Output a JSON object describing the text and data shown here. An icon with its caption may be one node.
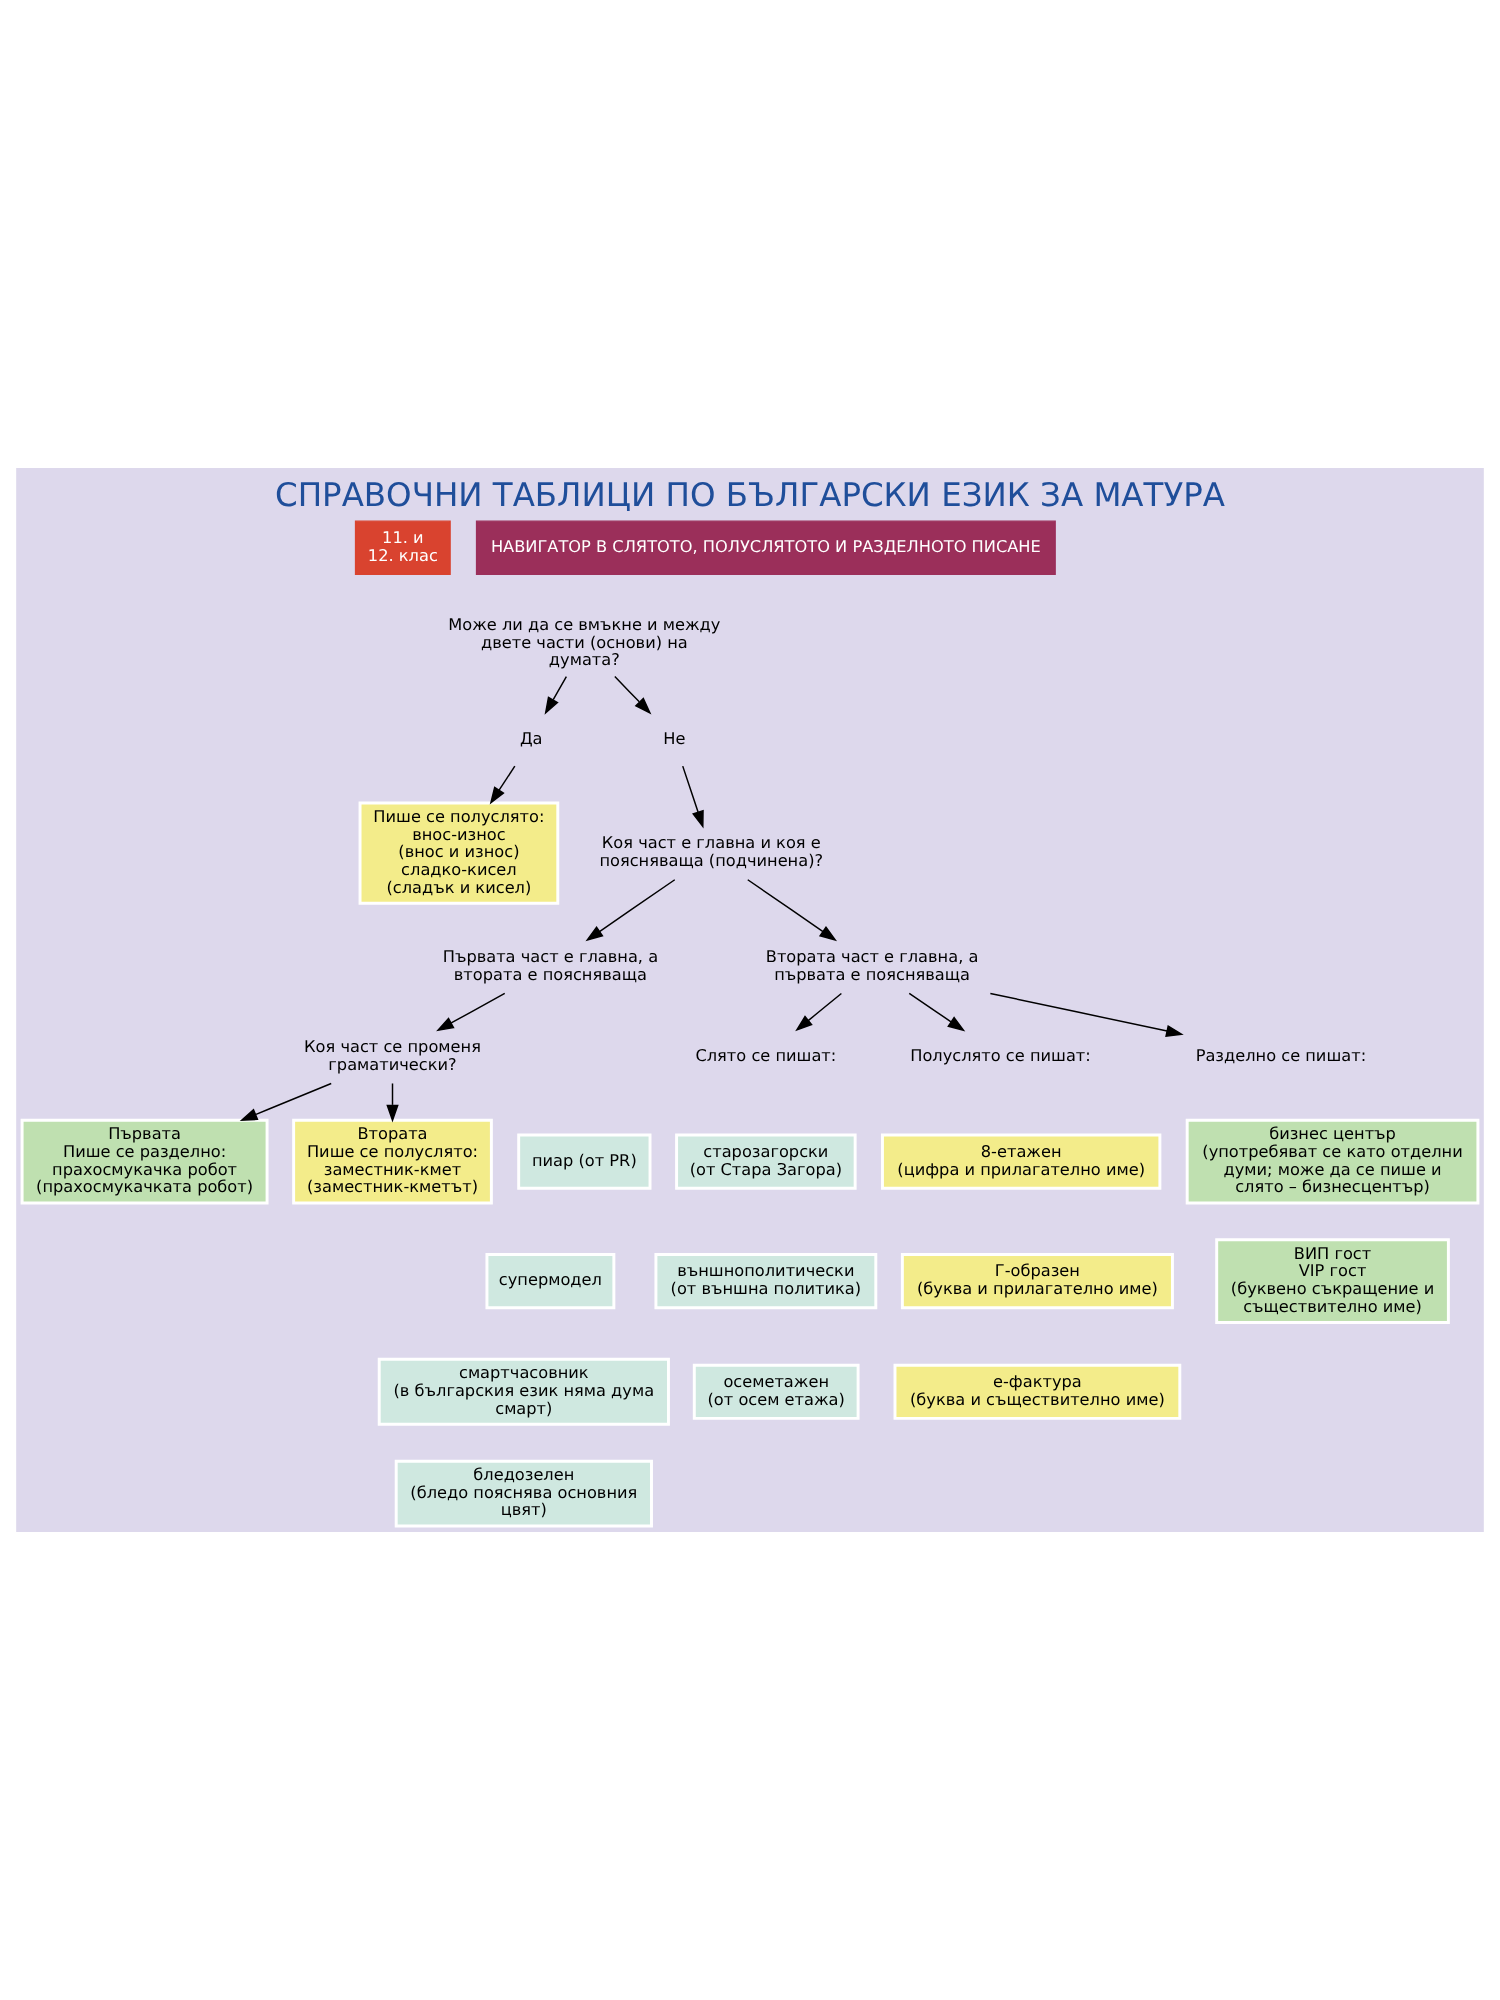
{
  "diagram": {
    "title": "СПРАВОЧНИ ТАБЛИЦИ ПО БЪЛГАРСКИ ЕЗИК ЗА МАТУРА",
    "nodes": [
      {
        "text": [
          "Може ли да се вмъкне и между двете части (основи) на думата?"
        ]
      },
      {
        "text": [
          "Да"
        ]
      },
      {
        "text": [
          "Не"
        ]
      },
      {
        "text": [
          "Пише се полуслято:",
          "внос-износ",
          "(внос и износ)",
          "сладко-кисел",
          "(сладък и кисел)"
        ]
      },
      {
        "text": [
          "Коя част е главна и коя е поясняваща (подчинена)?"
        ]
      },
      {
        "text": [
          "Първата част е главна, а втората е поясняваща"
        ]
      },
      {
        "text": [
          "Втората част е главна, а първата е поясняваща"
        ]
      },
      {
        "text": [
          "Коя част се променя граматически?"
        ]
      },
      {
        "text": [
          "Първата",
          "Пише се разделно:",
          "прахосмукачка робот",
          "(прахосмукачката робот)"
        ]
      },
      {
        "text": [
          "Втората",
          "Пише се полуслято:",
          "заместник-кмет",
          "(заместник-кметът)"
        ]
      },
      {
        "text": [
          "Слято се пишат:"
        ]
      },
      {
        "text": [
          "Полуслято се пишат:"
        ]
      },
      {
        "text": [
          "Разделно се пишат:"
        ]
      },
      {
        "text": [
          "пиар (от PR)"
        ]
      },
      {
        "text": [
          "супермодел"
        ]
      },
      {
        "text": [
          "смартчасовник",
          "(в българския език няма дума смарт)"
        ]
      },
      {
        "text": [
          "бледозелен",
          "(бледо пояснява основния цвят)"
        ]
      },
      {
        "text": [
          "старозагорски",
          "(от Стара Загора)"
        ]
      },
      {
        "text": [
          "външнополитически",
          "(от външна политика)"
        ]
      },
      {
        "text": [
          "осеметажен",
          "(от осем етажа)"
        ]
      },
      {
        "text": [
          "8-етажен",
          "(цифра и прилагателно име)"
        ]
      },
      {
        "text": [
          "Г-образен",
          "(буква и прилагателно име)"
        ]
      },
      {
        "text": [
          "е-фактура",
          "(буква и съществително име)"
        ]
      },
      {
        "text": [
          "бизнес център",
          "(употребяват се като отделни думи; може да се пише и слято – бизнесцентър)"
        ]
      },
      {
        "text": [
          "ВИП гост",
          "VIP гост",
          "(буквено съкращение и съществително име)"
        ]
      }
    ],
    "edges": [
      {
        "from": 0,
        "to": 1,
        "arrow": "to"
      },
      {
        "from": 0,
        "to": 2,
        "arrow": "to"
      },
      {
        "from": 1,
        "to": 3,
        "arrow": "to"
      },
      {
        "from": 2,
        "to": 4,
        "arrow": "to"
      },
      {
        "from": 4,
        "to": 5,
        "arrow": "to"
      },
      {
        "from": 4,
        "to": 6,
        "arrow": "to"
      },
      {
        "from": 5,
        "to": 7,
        "arrow": "to"
      },
      {
        "from": 7,
        "to": 8,
        "arrow": "to"
      },
      {
        "from": 7,
        "to": 9,
        "arrow": "to"
      },
      {
        "from": 6,
        "to": 10,
        "arrow": "to"
      },
      {
        "from": 6,
        "to": 11,
        "arrow": "to"
      },
      {
        "from": 6,
        "to": 12,
        "arrow": "to"
      }
    ],
    "labels": [
      "11. и 12. клас",
      "НАВИГАТОР В СЛЯТОТО, ПОЛУСЛЯТОТО И РАЗДЕЛНОТО ПИСАНЕ"
    ]
  }
}
